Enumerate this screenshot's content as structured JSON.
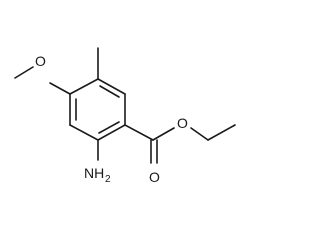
{
  "molecule": {
    "atoms": {
      "methoxy_oxygen": "O",
      "ester_ether_oxygen": "O",
      "carbonyl_oxygen": "O",
      "amine_nitrogen": "NH",
      "amine_subscript": "2"
    },
    "colors": {
      "bond": "#1a1a1a",
      "label": "#1a1a1a",
      "background": "#ffffff"
    }
  }
}
